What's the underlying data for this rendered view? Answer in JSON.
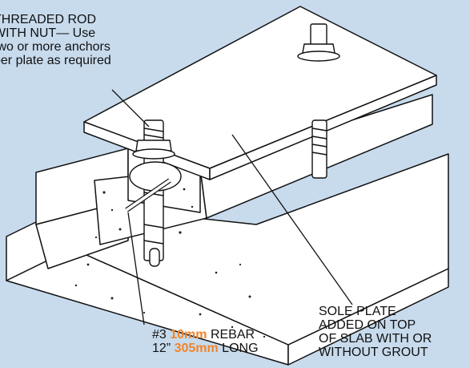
{
  "colors": {
    "background": "#c8dbed",
    "ink": "#111111",
    "metric_accent": "#f0852a",
    "material_fill": "#ffffff"
  },
  "callouts": {
    "threaded_rod": {
      "lines": [
        "THREADED ROD",
        "WITH NUT— Use",
        "two or more anchors",
        "per plate as required"
      ]
    },
    "sole_plate": {
      "lines": [
        "SOLE PLATE",
        "ADDED ON TOP",
        "OF SLAB WITH OR",
        "WITHOUT GROUT"
      ]
    },
    "rebar": {
      "line1_prefix": "#3 ",
      "line1_metric": "10mm",
      "line1_suffix": " REBAR",
      "line2_prefix": "12” ",
      "line2_metric": "305mm",
      "line2_suffix": " LONG"
    }
  }
}
